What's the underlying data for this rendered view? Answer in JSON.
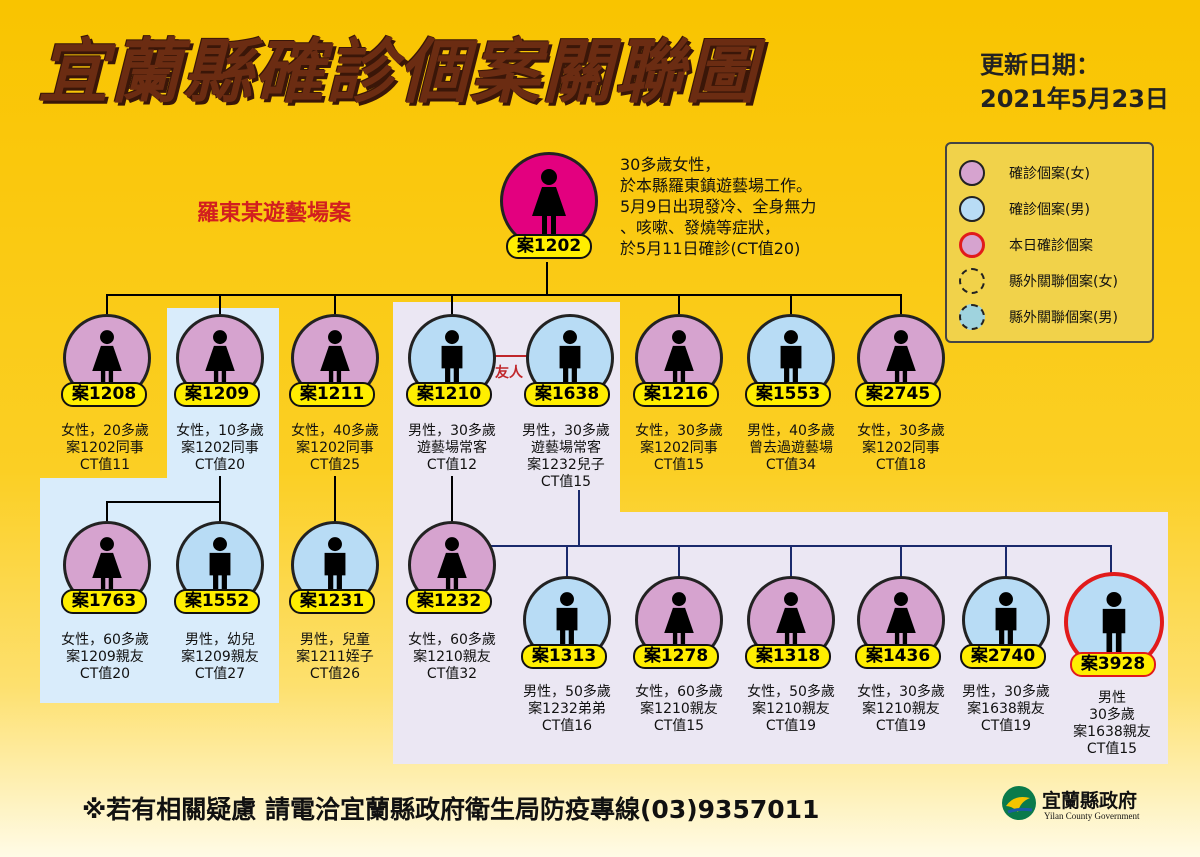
{
  "title": "宜蘭縣確診個案關聯圖",
  "update": {
    "label": "更新日期：",
    "date": "2021年5月23日"
  },
  "group_label": "羅東某遊藝場案",
  "root": {
    "id": "案1202",
    "description": [
      "30多歲女性，",
      "於本縣羅東鎮遊藝場工作。",
      "5月9日出現發冷、全身無力",
      "、咳嗽、發燒等症狀，",
      "於5月11日確診(CT值20)"
    ]
  },
  "friend_label": "友人",
  "cases": [
    {
      "id": "案1208",
      "lines": [
        "女性，20多歲",
        "案1202同事",
        "CT值11"
      ]
    },
    {
      "id": "案1209",
      "lines": [
        "女性，10多歲",
        "案1202同事",
        "CT值20"
      ]
    },
    {
      "id": "案1211",
      "lines": [
        "女性，40多歲",
        "案1202同事",
        "CT值25"
      ]
    },
    {
      "id": "案1210",
      "lines": [
        "男性，30多歲",
        "遊藝場常客",
        "CT值12"
      ]
    },
    {
      "id": "案1638",
      "lines": [
        "男性，30多歲",
        "遊藝場常客",
        "案1232兒子",
        "CT值15"
      ]
    },
    {
      "id": "案1216",
      "lines": [
        "女性，30多歲",
        "案1202同事",
        "CT值15"
      ]
    },
    {
      "id": "案1553",
      "lines": [
        "男性，40多歲",
        "曾去過遊藝場",
        "CT值34"
      ]
    },
    {
      "id": "案2745",
      "lines": [
        "女性，30多歲",
        "案1202同事",
        "CT值18"
      ]
    },
    {
      "id": "案1763",
      "lines": [
        "女性，60多歲",
        "案1209親友",
        "CT值20"
      ]
    },
    {
      "id": "案1552",
      "lines": [
        "男性，幼兒",
        "案1209親友",
        "CT值27"
      ]
    },
    {
      "id": "案1231",
      "lines": [
        "男性，兒童",
        "案1211姪子",
        "CT值26"
      ]
    },
    {
      "id": "案1232",
      "lines": [
        "女性，60多歲",
        "案1210親友",
        "CT值32"
      ]
    },
    {
      "id": "案1313",
      "lines": [
        "男性，50多歲",
        "案1232弟弟",
        "CT值16"
      ]
    },
    {
      "id": "案1278",
      "lines": [
        "女性，60多歲",
        "案1210親友",
        "CT值15"
      ]
    },
    {
      "id": "案1318",
      "lines": [
        "女性，50多歲",
        "案1210親友",
        "CT值19"
      ]
    },
    {
      "id": "案1436",
      "lines": [
        "女性，30多歲",
        "案1210親友",
        "CT值19"
      ]
    },
    {
      "id": "案2740",
      "lines": [
        "男性，30多歲",
        "案1638親友",
        "CT值19"
      ]
    },
    {
      "id": "案3928",
      "lines": [
        "男性",
        "30多歲",
        "案1638親友",
        "CT值15"
      ]
    }
  ],
  "legend": [
    {
      "label": "確診個案(女)",
      "color": "#d6a3cf",
      "border": "solid #222"
    },
    {
      "label": "確診個案(男)",
      "color": "#b8dcf5",
      "border": "solid #222"
    },
    {
      "label": "本日確診個案",
      "color": "#d6a3cf",
      "border": "solid #e11b1b"
    },
    {
      "label": "縣外關聯個案(女)",
      "color": "#f1d24a",
      "border": "dashed #222"
    },
    {
      "label": "縣外關聯個案(男)",
      "color": "#9fd3de",
      "border": "dashed #222"
    }
  ],
  "footer": "※若有相關疑慮 請電洽宜蘭縣政府衛生局防疫專線(03)9357011",
  "government": {
    "name": "宜蘭縣政府",
    "english": "Yilan County Government"
  },
  "colors": {
    "female": "#d6a3cf",
    "male": "#b8dcf5",
    "root": "#e3007f",
    "today_border": "#e11b1b",
    "tag": "#ffee00",
    "title": "#6b2c12"
  }
}
